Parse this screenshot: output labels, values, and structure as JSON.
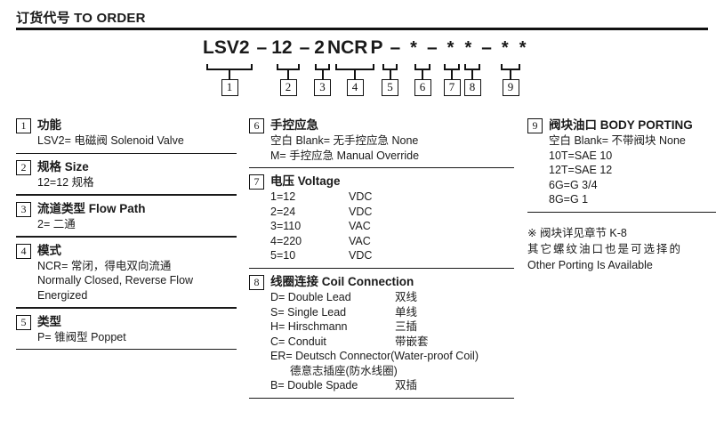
{
  "header": {
    "title_cn": "订货代号",
    "title_en": "TO ORDER",
    "title": "订货代号 TO ORDER"
  },
  "model_code": {
    "tokens": [
      {
        "text": "LSV2",
        "type": "code"
      },
      {
        "text": "–",
        "type": "dash"
      },
      {
        "text": "12",
        "type": "code"
      },
      {
        "text": "–",
        "type": "dash"
      },
      {
        "text": "2",
        "type": "code"
      },
      {
        "text": "NCR",
        "type": "code"
      },
      {
        "text": "P",
        "type": "code"
      },
      {
        "text": "–",
        "type": "dash"
      },
      {
        "text": "*",
        "type": "wild"
      },
      {
        "text": "–",
        "type": "dash"
      },
      {
        "text": "*",
        "type": "wild"
      },
      {
        "text": "*",
        "type": "wild"
      },
      {
        "text": "–",
        "type": "dash"
      },
      {
        "text": "*",
        "type": "wild"
      },
      {
        "text": "*",
        "type": "wild"
      }
    ],
    "full_code": "LSV2 – 12 – 2 NCR P – * – * * – * *",
    "callouts": [
      "1",
      "2",
      "3",
      "4",
      "5",
      "6",
      "7",
      "8",
      "9"
    ]
  },
  "columns": {
    "left": [
      {
        "num": "1",
        "title": "功能",
        "lines": [
          "LSV2= 电磁阀 Solenoid Valve"
        ]
      },
      {
        "num": "2",
        "title": "规格 Size",
        "lines": [
          "12=12 规格"
        ]
      },
      {
        "num": "3",
        "title": "流道类型 Flow Path",
        "lines": [
          "2= 二通"
        ]
      },
      {
        "num": "4",
        "title": "模式",
        "lines": [
          "NCR= 常闭，得电双向流通",
          "Normally Closed, Reverse Flow",
          "Energized"
        ]
      },
      {
        "num": "5",
        "title": "类型",
        "lines": [
          "P= 锥阀型 Poppet"
        ]
      }
    ],
    "middle": [
      {
        "num": "6",
        "title": "手控应急",
        "lines": [
          "空白 Blank= 无手控应急 None",
          "M= 手控应急 Manual Override"
        ]
      },
      {
        "num": "7",
        "title": "电压 Voltage",
        "pairs": [
          {
            "code": "1=12",
            "unit": "VDC"
          },
          {
            "code": "2=24",
            "unit": "VDC"
          },
          {
            "code": "3=110",
            "unit": "VAC"
          },
          {
            "code": "4=220",
            "unit": "VAC"
          },
          {
            "code": "5=10",
            "unit": "VDC"
          }
        ]
      },
      {
        "num": "8",
        "title": "线圈连接 Coil Connection",
        "pairs": [
          {
            "code": "D= Double Lead",
            "unit": "双线"
          },
          {
            "code": "S= Single Lead",
            "unit": "单线"
          },
          {
            "code": "H= Hirschmann",
            "unit": "三插"
          },
          {
            "code": "C= Conduit",
            "unit": "带嵌套"
          }
        ],
        "extra_lines": [
          "ER= Deutsch Connector(Water-proof Coil)"
        ],
        "extra_indent_lines": [
          "德意志插座(防水线圈)"
        ],
        "tail_pairs": [
          {
            "code": "B= Double Spade",
            "unit": "双插"
          }
        ]
      }
    ],
    "right": [
      {
        "num": "9",
        "title": "阀块油口 BODY PORTING",
        "lines": [
          "空白 Blank= 不带阀块 None",
          "10T=SAE 10",
          "12T=SAE 12",
          "6G=G 3/4",
          "8G=G 1"
        ]
      }
    ],
    "right_note": {
      "line1": "※ 阀块详见章节 K-8",
      "line2": "其它螺纹油口也是可选择的",
      "line3": "Other Porting Is Available"
    }
  },
  "colors": {
    "text": "#1a1a1a",
    "rule": "#111111",
    "background": "#ffffff"
  }
}
